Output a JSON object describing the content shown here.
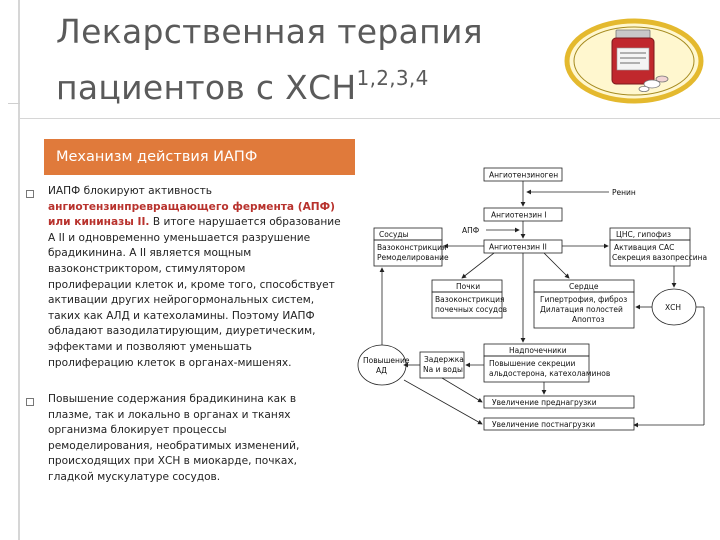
{
  "slide": {
    "title_line1": "Лекарственная терапия",
    "title_line2": "пациентов с ХСН",
    "title_refs": "1,2,3,4",
    "section_header": "Механизм действия ИАПФ"
  },
  "bullets": [
    {
      "intro": "ИАПФ блокируют активность",
      "highlight_line1": "ангиотензинпревращающего фермента (АПФ)",
      "highlight_line2_bold": "или кининазы II.",
      "lines": [
        " В итоге нарушается образование",
        "А II и одновременно уменьшается разрушение",
        "брадикинина. А II является мощным",
        "вазоконстриктором, стимулятором",
        "пролиферации клеток и, кроме того, способствует",
        "активации других нейрогормональных систем,",
        "таких как АЛД и катехоламины. Поэтому ИАПФ",
        "обладают вазодилатирующим, диуретическим,",
        "эффектами и позволяют уменьшать",
        "пролиферацию клеток в органах-мишенях."
      ]
    },
    {
      "lines": [
        " Повышение содержания брадикинина как в",
        "плазме, так и локально в органах и тканях",
        "организма блокирует процессы",
        "ремоделирования, необратимых изменений,",
        "происходящих при ХСН в миокарде, почках,",
        "гладкой мускулатуре сосудов."
      ]
    }
  ],
  "diagram": {
    "angiotensinogen": "Ангиотензиноген",
    "renin": "Ренин",
    "angiotensin1": "Ангиотензин I",
    "apf": "АПФ",
    "angiotensin2": "Ангиотензин II",
    "vessels": "Сосуды",
    "vessels_effect": [
      "Вазоконстрикция",
      "Ремоделирование"
    ],
    "cns": "ЦНС, гипофиз",
    "cns_effect": [
      "Активация САС",
      "Секреция вазопрессина"
    ],
    "kidneys": "Почки",
    "kidneys_effect": [
      "Вазоконстрикция",
      "почечных сосудов"
    ],
    "heart": "Сердце",
    "heart_effect": [
      "Гипертрофия, фиброз",
      "Дилатация полостей",
      "Апоптоз"
    ],
    "adrenals": "Надпочечники",
    "adrenals_effect": [
      "Повышение секреции",
      "альдостерона, катехоламинов"
    ],
    "sodium": [
      "Задержка",
      "Na и воды"
    ],
    "raised_bp": [
      "Повышение",
      "АД"
    ],
    "chf": "ХСН",
    "preload": "Увеличение преднагрузки",
    "afterload": "Увеличение постнагрузки"
  },
  "colors": {
    "banner": "#e07a3b",
    "highlight": "#b8322d",
    "title": "#5a5a5a",
    "logo_ring": "#e4b92e"
  },
  "icons": {
    "logo": "medicine-bottle-icon"
  }
}
